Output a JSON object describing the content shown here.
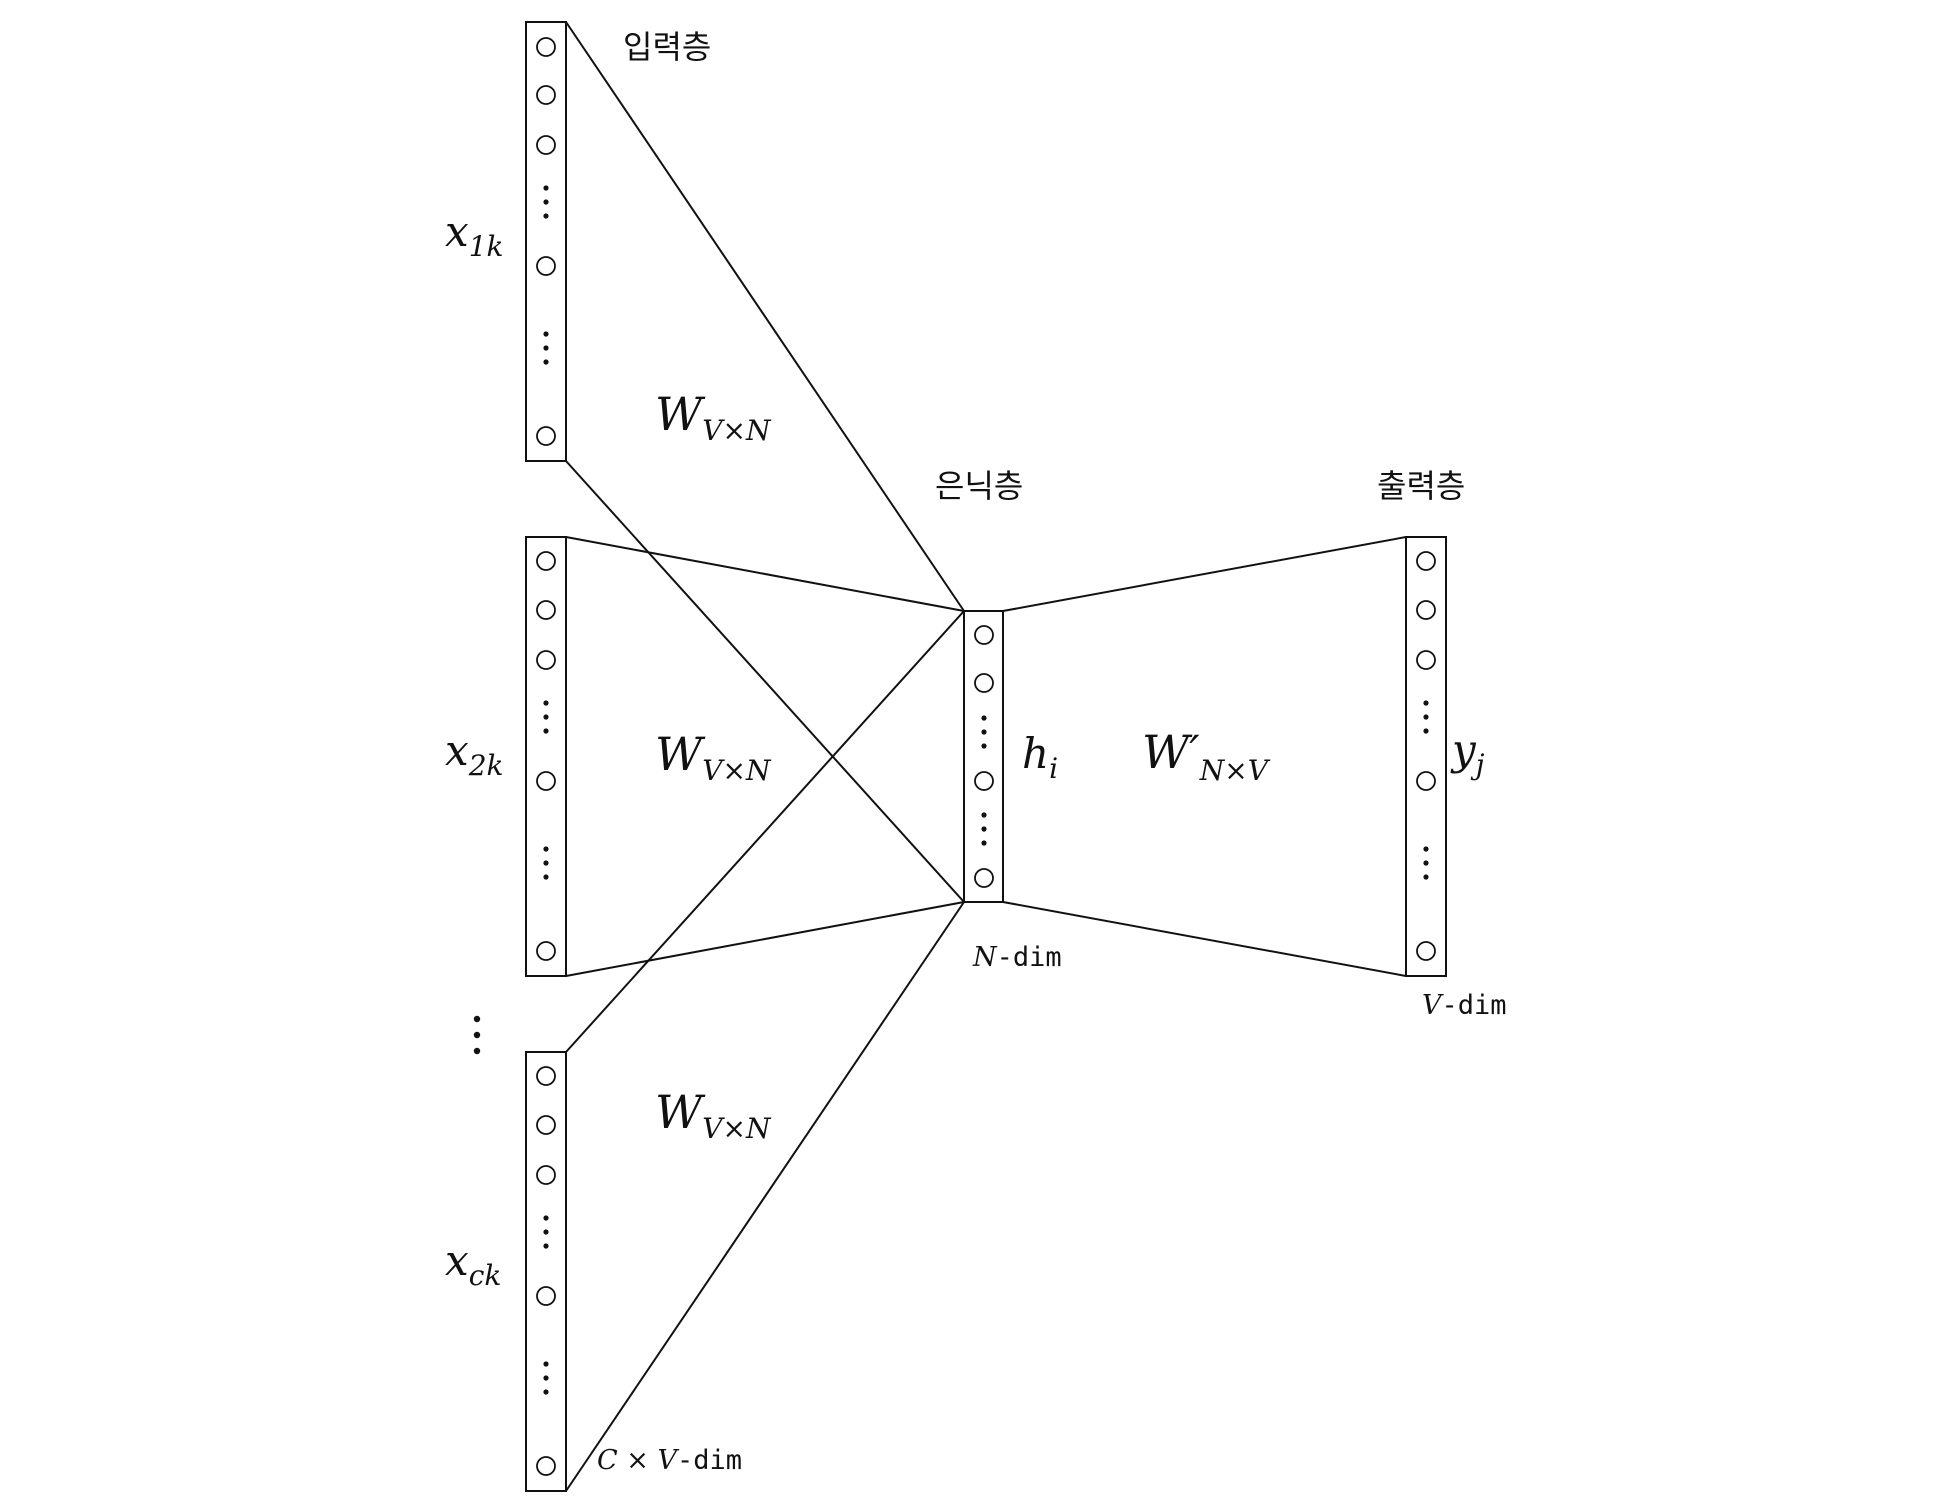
{
  "input_layer": {
    "label": "입력층",
    "size_label_prefix": "C × V",
    "size_label_suffix": "-dim",
    "vectors": [
      {
        "name_base": "x",
        "name_sub": "1k",
        "weight_base": "W",
        "weight_sub": "V×N"
      },
      {
        "name_base": "x",
        "name_sub": "2k",
        "weight_base": "W",
        "weight_sub": "V×N"
      },
      {
        "name_base": "x",
        "name_sub": "ck",
        "weight_base": "W",
        "weight_sub": "V×N"
      }
    ],
    "between_ellipsis": "⋮"
  },
  "hidden_layer": {
    "label": "은닉층",
    "name_base": "h",
    "name_sub": "i",
    "size_label_prefix": "N",
    "size_label_suffix": "-dim"
  },
  "output_layer": {
    "label": "출력층",
    "name_base": "y",
    "name_sub": "j",
    "weight_base": "W′",
    "weight_sub": "N×V",
    "size_label_prefix": "V",
    "size_label_suffix": "-dim"
  }
}
